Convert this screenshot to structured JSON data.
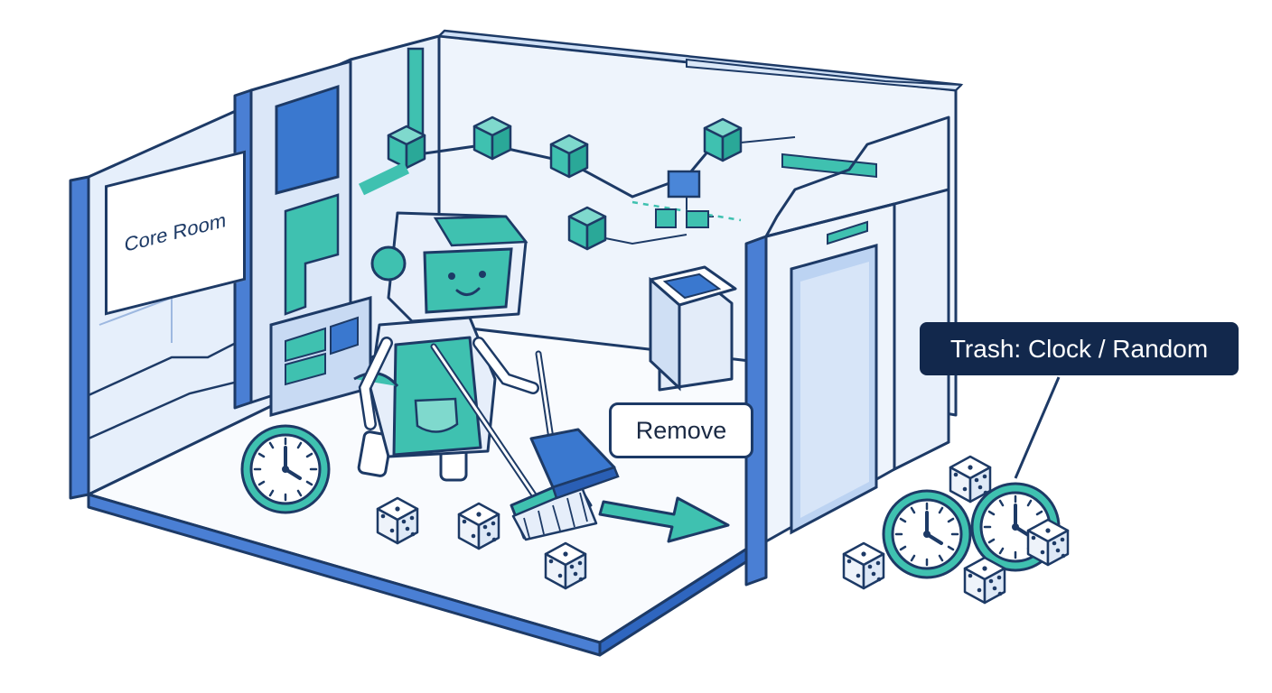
{
  "labels": {
    "core_room": "Core Room",
    "remove": "Remove",
    "trash": "Trash: Clock / Random"
  },
  "colors": {
    "outline": "#1d3a66",
    "wall_fill": "#eaf2fc",
    "wall_edge": "#4a7fd4",
    "floor_fill": "#f9fbfe",
    "teal": "#3fc1b0",
    "teal_dark": "#1e9e8c",
    "blue_panel": "#4a86d8",
    "navy_label": "#12284c",
    "white": "#ffffff"
  },
  "icons": {
    "robot": "cleaning-robot-icon",
    "broom": "broom-icon",
    "dustpan": "dustpan-icon",
    "clock": "clock-icon",
    "dice": "dice-icon",
    "arrow": "arrow-right-icon",
    "door": "door-icon",
    "terminal": "terminal-icon",
    "network": "node-network-icon"
  }
}
